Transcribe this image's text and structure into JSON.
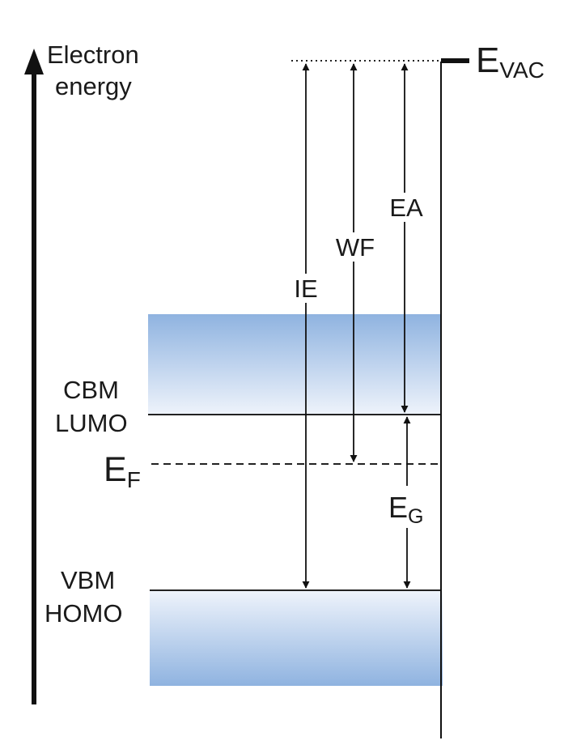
{
  "axis": {
    "label_line1": "Electron",
    "label_line2": "energy"
  },
  "levels": {
    "vacuum": {
      "main": "E",
      "sub": "VAC"
    },
    "fermi": {
      "main": "E",
      "sub": "F"
    },
    "cbm": {
      "line1": "CBM",
      "line2": "LUMO"
    },
    "vbm": {
      "line1": "VBM",
      "line2": "HOMO"
    }
  },
  "quantities": {
    "ionization_energy": "IE",
    "work_function": "WF",
    "electron_affinity": "EA",
    "band_gap": {
      "main": "E",
      "sub": "G"
    }
  },
  "colors": {
    "band_light": "#eef3fb",
    "band_dark": "#8fb3e0",
    "ink": "#111111"
  }
}
